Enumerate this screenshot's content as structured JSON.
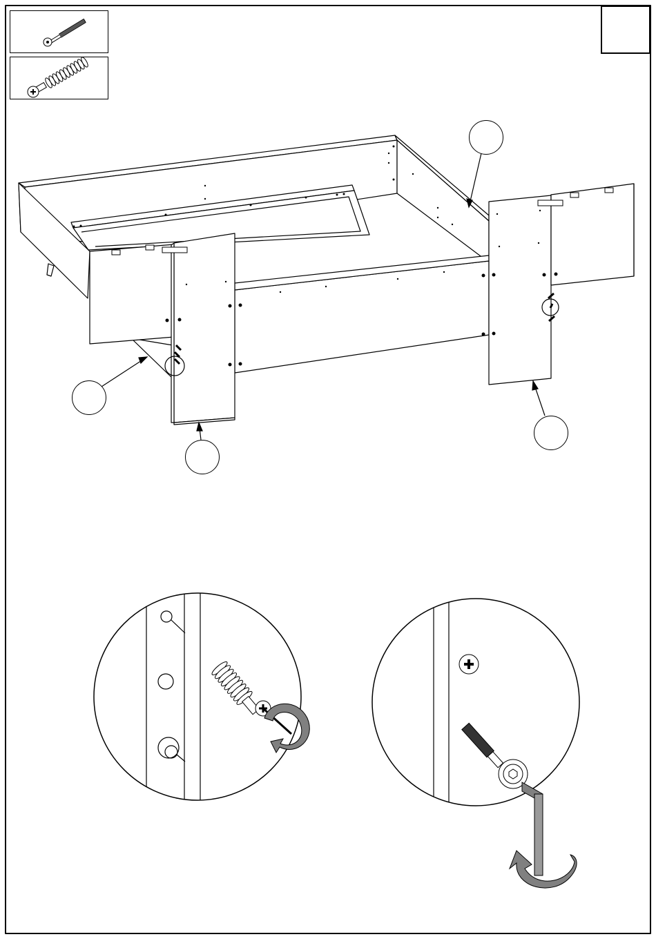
{
  "step": {
    "number": ""
  },
  "hardware": [
    {
      "name": "connecting-bolt",
      "quantity": ""
    },
    {
      "name": "cam-dowel-screw",
      "quantity": ""
    }
  ],
  "callouts": [
    {
      "id": "upper-right",
      "label": ""
    },
    {
      "id": "left",
      "label": ""
    },
    {
      "id": "bottom-center",
      "label": ""
    },
    {
      "id": "right",
      "label": ""
    }
  ],
  "details": [
    {
      "name": "cam-screw-detail",
      "tool": "screwdriver-rotation"
    },
    {
      "name": "allen-bolt-detail",
      "tool": "allen-key-rotation"
    }
  ],
  "colors": {
    "line": "#000000",
    "paper": "#ffffff",
    "arrow": "#808080"
  }
}
